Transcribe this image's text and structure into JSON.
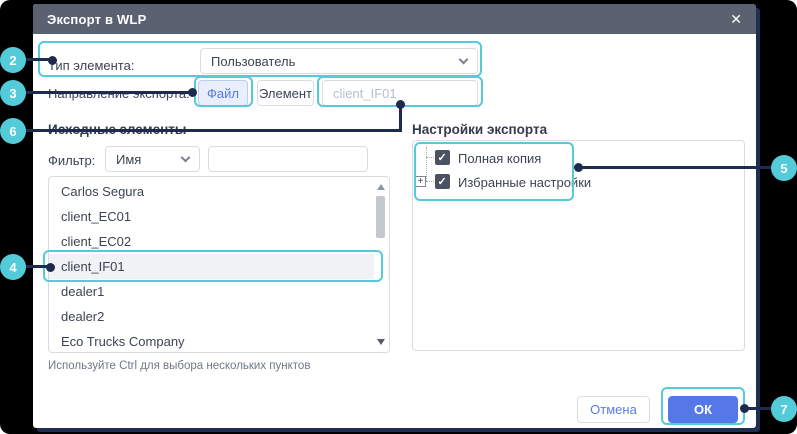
{
  "colors": {
    "annotation_teal": "#53cbd9",
    "annotation_navy": "#1c2b4e",
    "accent_blue": "#5577e8",
    "titlebar_gray": "#5a6170"
  },
  "dialog": {
    "title": "Экспорт в WLP",
    "close_icon": "✕",
    "type_row": {
      "label": "Тип элемента:",
      "value": "Пользователь"
    },
    "direction_row": {
      "label": "Направление экспорта:",
      "file_option": "Файл",
      "element_option": "Элемент",
      "active_option": "Файл",
      "target_placeholder": "client_IF01"
    },
    "source": {
      "header": "Исходные элементы",
      "filter_label": "Фильтр:",
      "filter_field": "Имя",
      "filter_value": "",
      "items": [
        "Carlos Segura",
        "client_EC01",
        "client_EC02",
        "client_IF01",
        "dealer1",
        "dealer2",
        "Eco Trucks Company"
      ],
      "selected_item": "client_IF01",
      "hint": "Используйте Ctrl для выбора нескольких пунктов"
    },
    "settings": {
      "header": "Настройки экспорта",
      "options": [
        {
          "label": "Полная копия",
          "checked": true
        },
        {
          "label": "Избранные настройки",
          "checked": true,
          "expandable": true
        }
      ]
    },
    "footer": {
      "cancel": "Отмена",
      "ok": "ОК"
    }
  },
  "callouts": {
    "c2": "2",
    "c3": "3",
    "c4": "4",
    "c5": "5",
    "c6": "6",
    "c7": "7"
  }
}
